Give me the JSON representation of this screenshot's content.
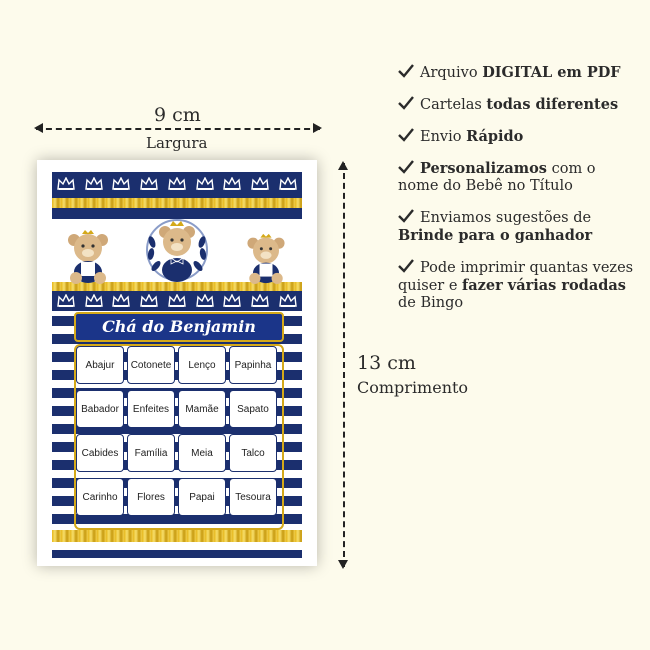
{
  "dimensions": {
    "width_value": "9 cm",
    "width_label": "Largura",
    "height_value": "13 cm",
    "height_label": "Comprimento"
  },
  "card": {
    "title": "Chá do Benjamin",
    "grid": [
      [
        "Abajur",
        "Cotonete",
        "Lenço",
        "Papinha"
      ],
      [
        "Babador",
        "Enfeites",
        "Mamãe",
        "Sapato"
      ],
      [
        "Cabides",
        "Família",
        "Meia",
        "Talco"
      ],
      [
        "Carinho",
        "Flores",
        "Papai",
        "Tesoura"
      ]
    ],
    "colors": {
      "navy": "#1b2f6e",
      "gold": "#d4a91a",
      "title_bg": "#1b3589"
    },
    "icons": [
      "crown-icon",
      "teddy-bear-icon",
      "laurel-wreath-icon"
    ]
  },
  "features": [
    {
      "pre": "Arquivo ",
      "bold": "DIGITAL em PDF",
      "post": ""
    },
    {
      "pre": "Cartelas ",
      "bold": "todas diferentes",
      "post": ""
    },
    {
      "pre": "Envio ",
      "bold": "Rápido",
      "post": ""
    },
    {
      "pre": "",
      "bold": "Personalizamos",
      "post": " com o nome do Bebê no Título"
    },
    {
      "pre": "Enviamos sugestões de ",
      "bold": "Brinde para o ganhador",
      "post": ""
    },
    {
      "pre": "Pode imprimir quantas vezes quiser e ",
      "bold": "fazer várias rodadas",
      "post": " de Bingo"
    }
  ]
}
